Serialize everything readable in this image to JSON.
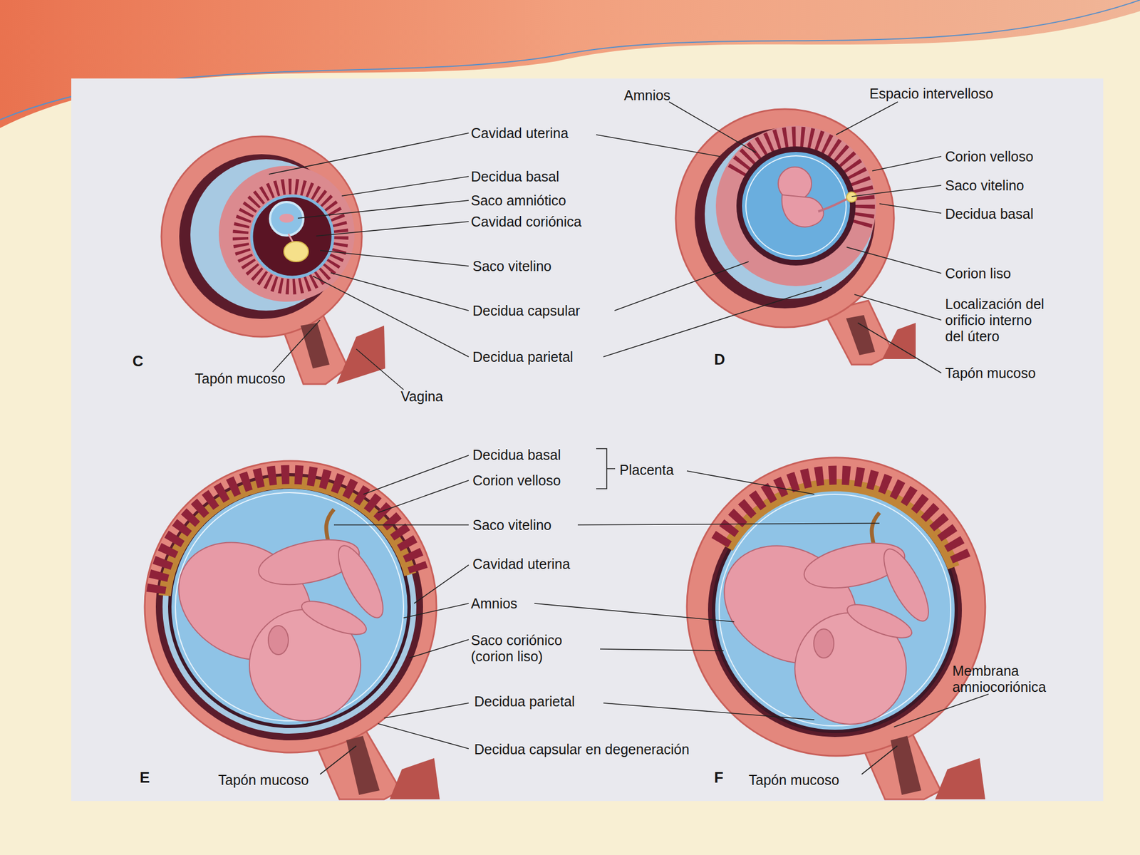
{
  "diagram": {
    "labels": [
      "Cavidad uterina",
      "Decidua basal",
      "Saco amniótico",
      "Cavidad coriónica",
      "Saco vitelino",
      "Decidua capsular",
      "Decidua parietal",
      "Tapón mucoso",
      "Vagina",
      "C",
      "Amnios",
      "Espacio intervelloso",
      "Corion velloso",
      "Saco vitelino",
      "Decidua basal",
      "Corion liso",
      "Localización del orificio interno del útero",
      "Tapón mucoso",
      "D",
      "Decidua basal",
      "Corion velloso",
      "Placenta",
      "Saco vitelino",
      "Cavidad uterina",
      "Amnios",
      "Saco coriónico (corion liso)",
      "Decidua parietal",
      "Decidua capsular en degeneración",
      "Tapón mucoso",
      "E",
      "Membrana amniocoriónica",
      "Tapón mucoso",
      "F"
    ]
  }
}
